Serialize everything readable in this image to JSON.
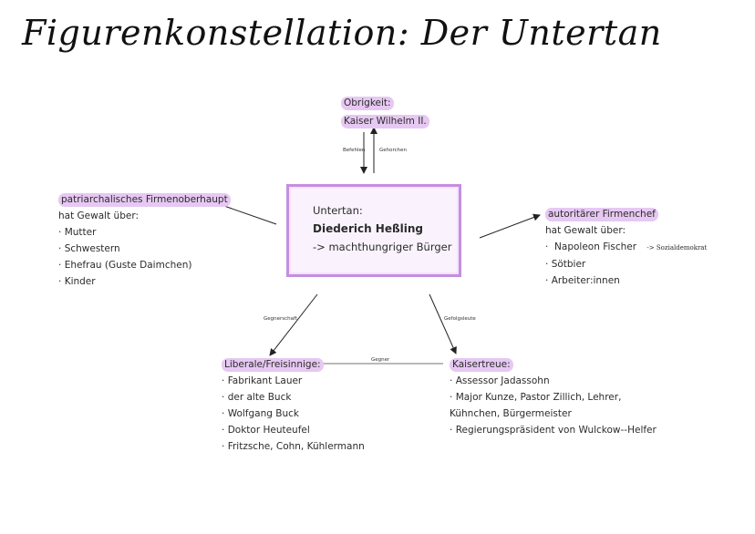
{
  "title": "Figurenkonstellation: Der Untertan",
  "top": {
    "line1": "Obrigkeit:",
    "line2": "Kaiser Wilhelm II."
  },
  "arrows_top": {
    "left": "Befehlen",
    "right": "Gehorchen"
  },
  "center": {
    "label": "Untertan:",
    "name": "Diederich Heßling",
    "desc": "-> machthungriger Bürger"
  },
  "left": {
    "heading": "patriarchalisches Firmenoberhaupt",
    "sub": "hat Gewalt über:",
    "items": [
      "Mutter",
      "Schwestern",
      "Ehefrau (Guste Daimchen)",
      "Kinder"
    ]
  },
  "right": {
    "heading": "autoritärer Firmenchef",
    "sub": "hat Gewalt über:",
    "items": [
      "Napoleon Fischer",
      "Sötbier",
      "Arbeiter:innen"
    ],
    "note": "-> Sozialdemokrat"
  },
  "bottom_left": {
    "heading": "Liberale/Freisinnige:",
    "items": [
      "Fabrikant Lauer",
      "der alte Buck",
      "Wolfgang Buck",
      "Doktor Heuteufel",
      "Fritzsche, Cohn, Kühlermann"
    ]
  },
  "bottom_right": {
    "heading": "Kaisertreue:",
    "items": [
      "Assessor Jadassohn",
      "Major Kunze, Pastor Zillich, Lehrer,",
      "Kühnchen, Bürgermeister",
      "Regierungspräsident von Wulckow--Helfer"
    ]
  },
  "edge_labels": {
    "left_down": "Gegnerschaft",
    "right_down": "Gefolgsleute",
    "between": "Gegner"
  }
}
